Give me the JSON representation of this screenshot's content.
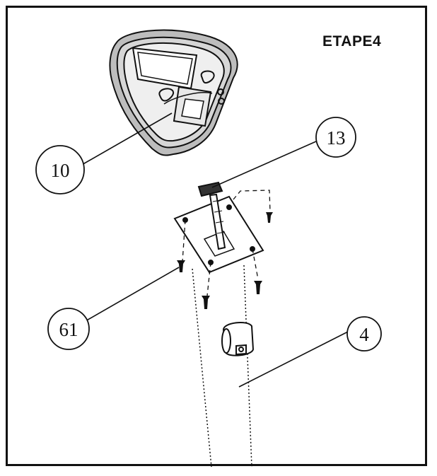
{
  "step": {
    "title": "ETAPE4"
  },
  "callouts": [
    {
      "id": "console",
      "label": "10"
    },
    {
      "id": "knob",
      "label": "13"
    },
    {
      "id": "screws",
      "label": "61"
    },
    {
      "id": "mast",
      "label": "4"
    }
  ],
  "colors": {
    "ink": "#111111",
    "paper": "#ffffff",
    "shade": "#8a8a8a"
  }
}
